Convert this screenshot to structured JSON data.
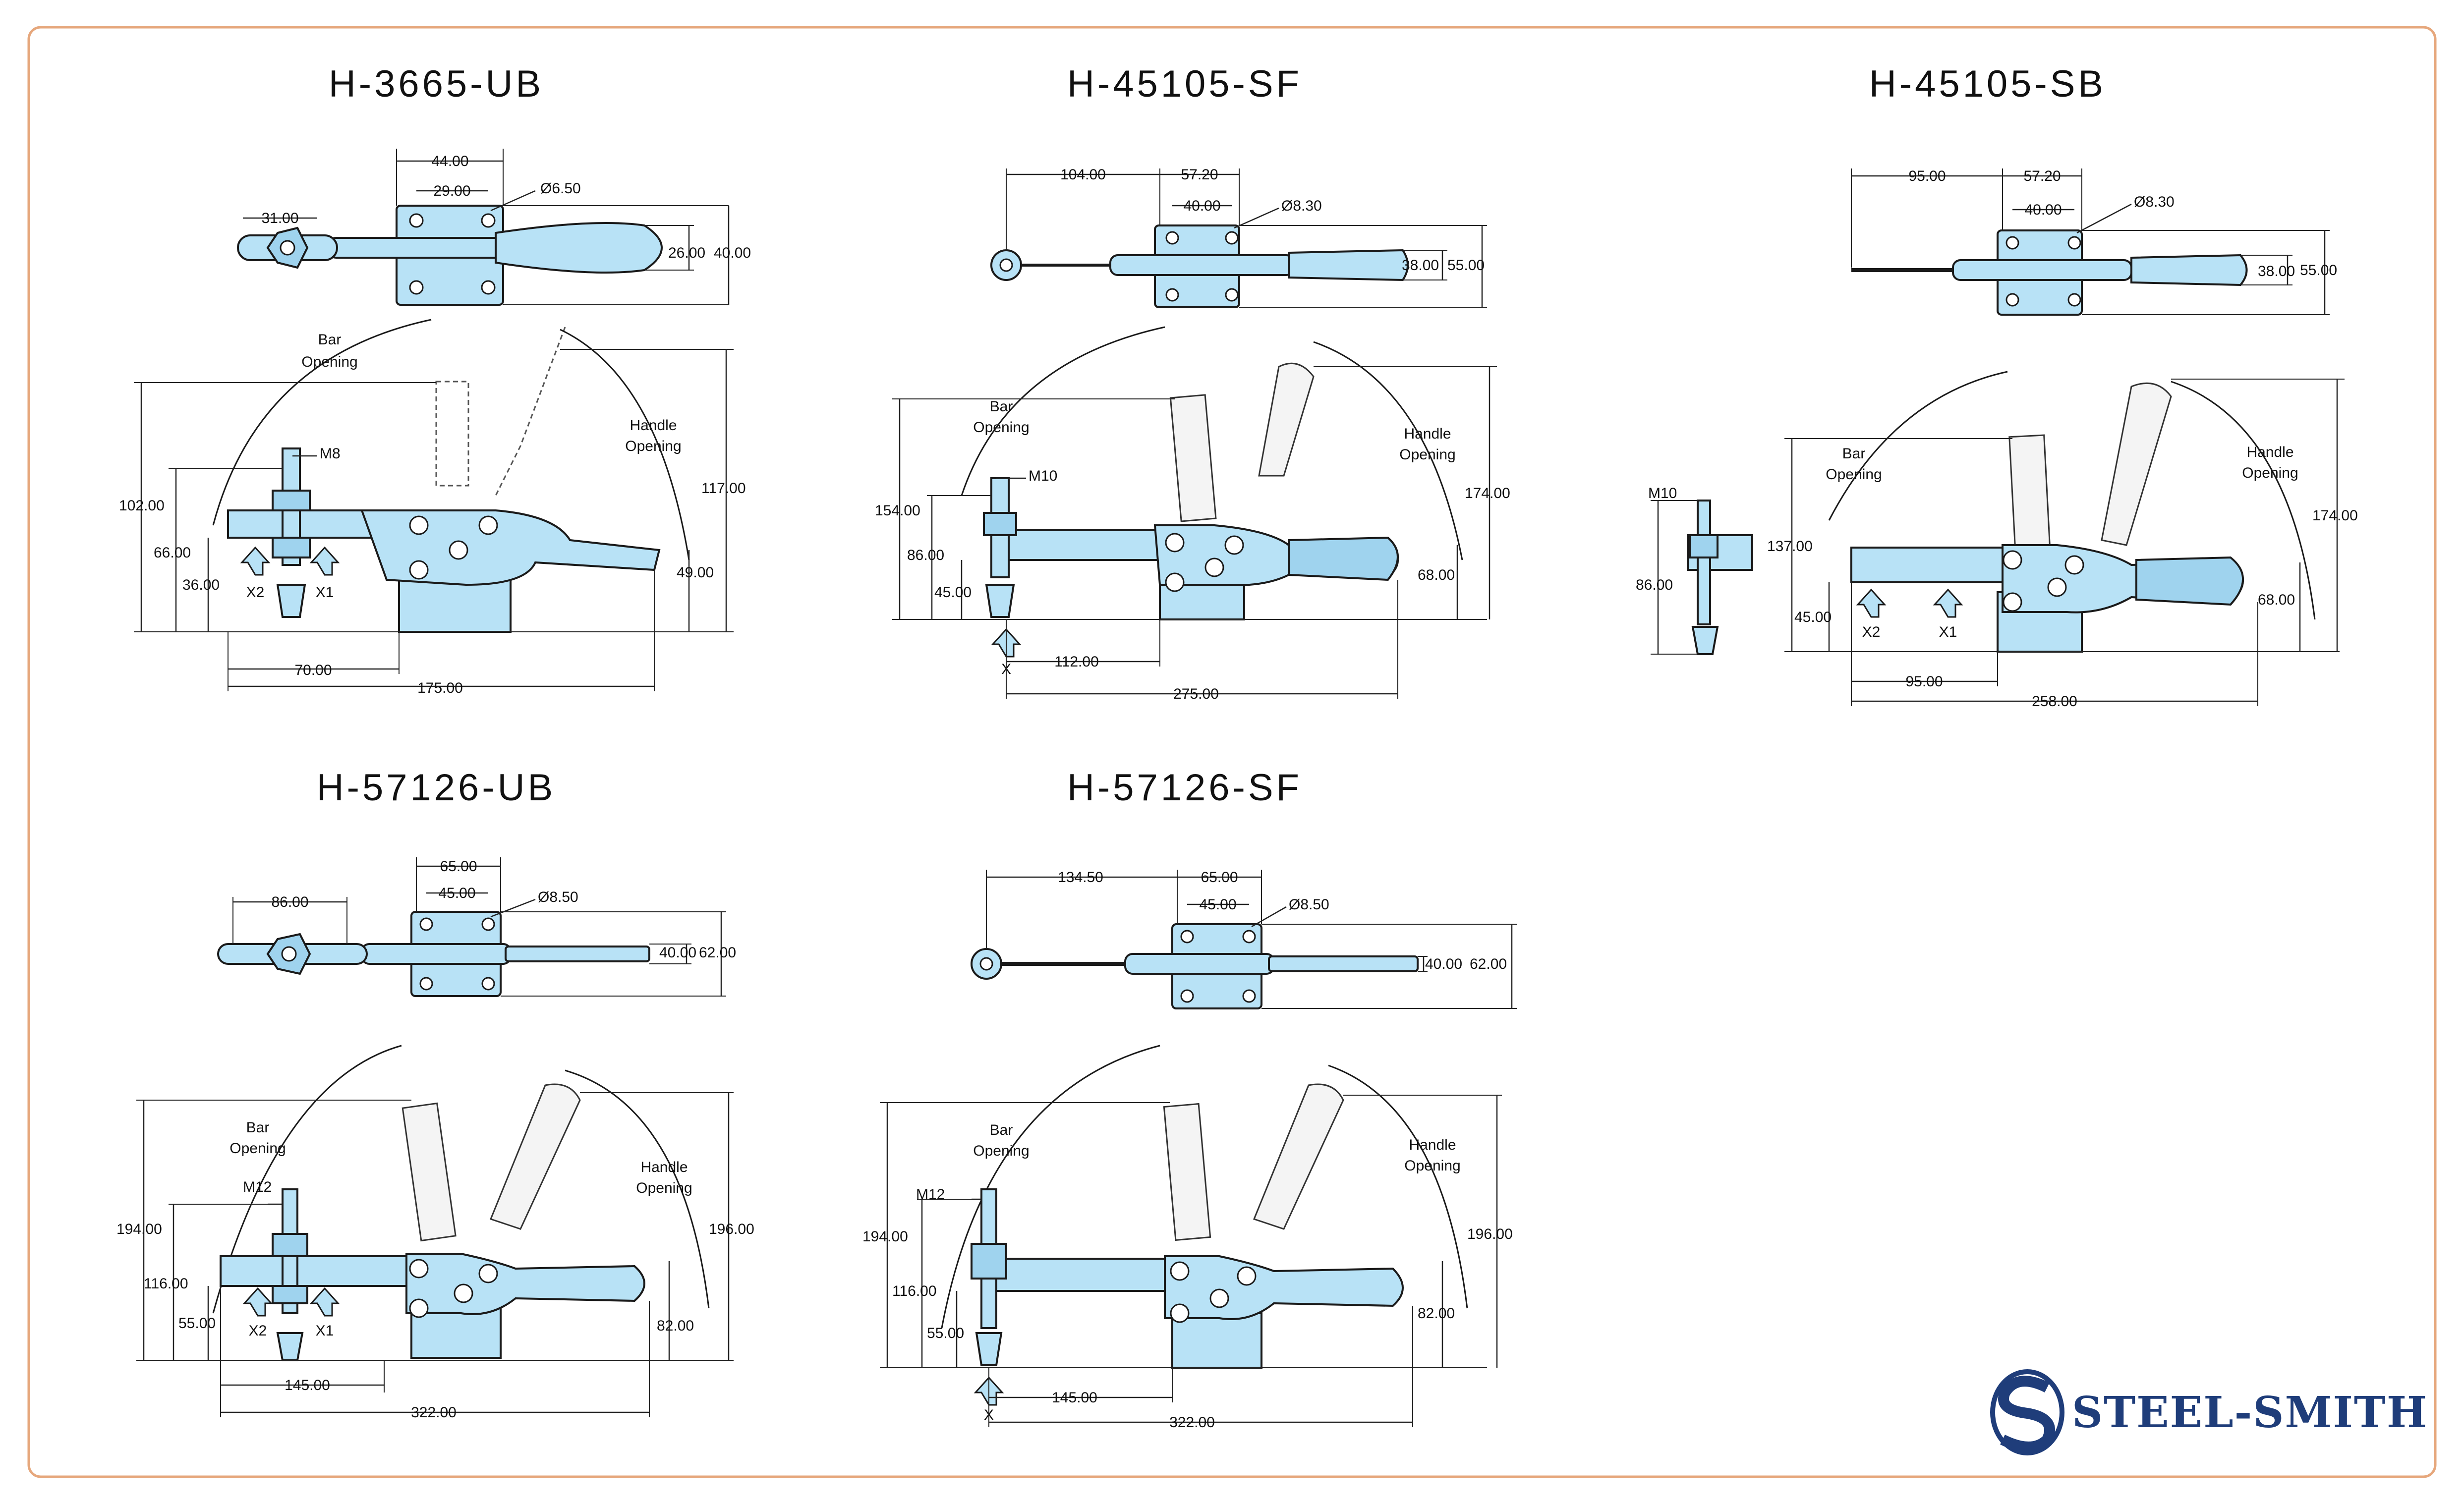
{
  "brand": {
    "name": "STEEL-SMITH",
    "frame_color": "#e6a77c",
    "part_color": "#b8e2f6",
    "logo_color": "#1f3d7a"
  },
  "labels": {
    "bar_opening_1": "Bar",
    "bar_opening_2": "Opening",
    "handle_opening_1": "Handle",
    "handle_opening_2": "Opening",
    "x": "X",
    "x1": "X1",
    "x2": "X2"
  },
  "drawings": [
    {
      "model": "H-3665-UB",
      "top_view": {
        "d1": "31.00",
        "d2": "44.00",
        "d3": "29.00",
        "hole": "Ø6.50",
        "w1": "26.00",
        "w2": "40.00"
      },
      "side_view": {
        "thread": "M8",
        "h_total": "102.00",
        "h_bar": "66.00",
        "h_base": "36.00",
        "h_handle": "117.00",
        "h_handle_low": "49.00",
        "l1": "70.00",
        "l2": "175.00"
      }
    },
    {
      "model": "H-45105-SF",
      "top_view": {
        "d1": "104.00",
        "d2": "57.20",
        "d3": "40.00",
        "hole": "Ø8.30",
        "w1": "38.00",
        "w2": "55.00"
      },
      "side_view": {
        "thread": "M10",
        "h_total": "154.00",
        "h_bar": "86.00",
        "h_base": "45.00",
        "h_handle": "174.00",
        "h_handle_low": "68.00",
        "l1": "112.00",
        "l2": "275.00"
      }
    },
    {
      "model": "H-45105-SB",
      "top_view": {
        "d1": "95.00",
        "d2": "57.20",
        "d3": "40.00",
        "hole": "Ø8.30",
        "w1": "38.00",
        "w2": "55.00"
      },
      "side_view": {
        "thread": "M10",
        "h_spindle": "86.00",
        "h_total": "137.00",
        "h_base": "45.00",
        "h_handle": "174.00",
        "h_handle_low": "68.00",
        "l1": "95.00",
        "l2": "258.00"
      }
    },
    {
      "model": "H-57126-UB",
      "top_view": {
        "d1": "86.00",
        "d2": "65.00",
        "d3": "45.00",
        "hole": "Ø8.50",
        "w1": "40.00",
        "w2": "62.00"
      },
      "side_view": {
        "thread": "M12",
        "h_total": "194.00",
        "h_bar": "116.00",
        "h_base": "55.00",
        "h_handle": "196.00",
        "h_handle_low": "82.00",
        "l1": "145.00",
        "l2": "322.00"
      }
    },
    {
      "model": "H-57126-SF",
      "top_view": {
        "d1": "134.50",
        "d2": "65.00",
        "d3": "45.00",
        "hole": "Ø8.50",
        "w1": "40.00",
        "w2": "62.00"
      },
      "side_view": {
        "thread": "M12",
        "h_total": "194.00",
        "h_bar": "116.00",
        "h_base": "55.00",
        "h_handle": "196.00",
        "h_handle_low": "82.00",
        "l1": "145.00",
        "l2": "322.00"
      }
    }
  ]
}
